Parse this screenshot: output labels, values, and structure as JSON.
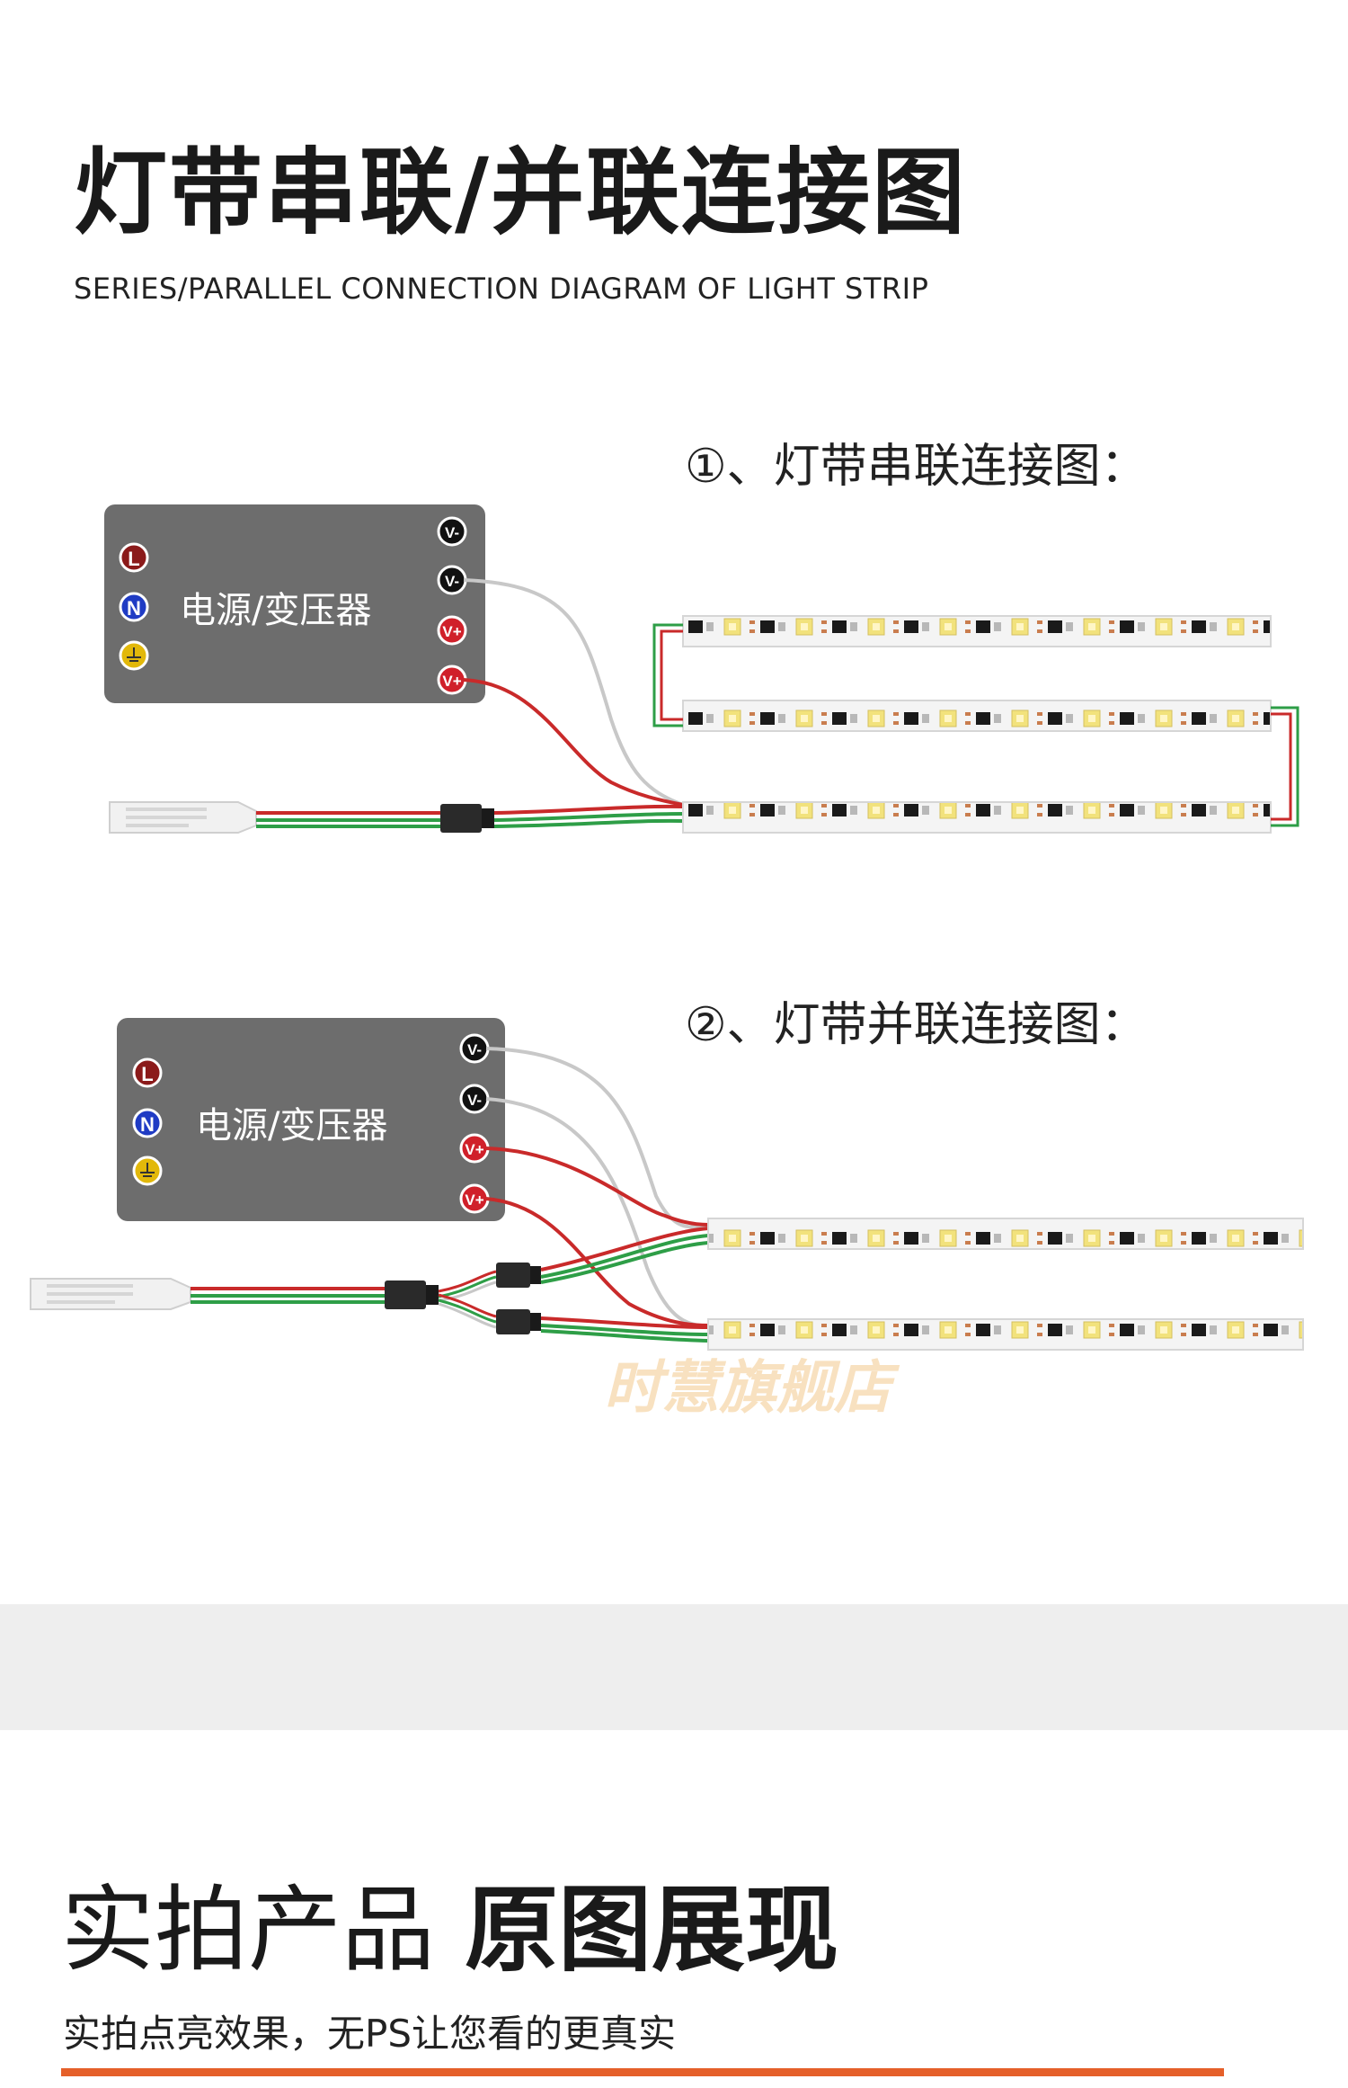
{
  "header": {
    "title": "灯带串联/并联连接图",
    "subtitle": "SERIES/PARALLEL CONNECTION DIAGRAM OF LIGHT STRIP"
  },
  "series_section": {
    "title": "①、灯带串联连接图：",
    "power_box_label": "电源/变压器",
    "input_terminals": [
      "L",
      "N"
    ],
    "output_terminals": [
      "V-",
      "V-",
      "V+",
      "V+"
    ]
  },
  "parallel_section": {
    "title": "②、灯带并联连接图：",
    "power_box_label": "电源/变压器",
    "input_terminals": [
      "L",
      "N"
    ],
    "output_terminals": [
      "V-",
      "V-",
      "V+",
      "V+"
    ]
  },
  "watermark": "时慧旗舰店",
  "photo_section": {
    "title_light": "实拍产品",
    "title_bold": "原图展现",
    "subtitle": "实拍点亮效果，无PS让您看的更真实"
  },
  "colors": {
    "box_fill": "#6d6d6d",
    "wire_red": "#c92a2a",
    "wire_green": "#2e9e47",
    "wire_white": "#c8c8c8",
    "terminal_L": "#8b1a1a",
    "terminal_N": "#1f3bc4",
    "terminal_ground": "#e2b80a",
    "terminal_vminus": "#111111",
    "terminal_vplus": "#d0202a",
    "accent_orange": "#e5602a"
  },
  "icons": [
    "ground-icon",
    "connector-icon",
    "controller-icon",
    "led-chip-icon"
  ]
}
